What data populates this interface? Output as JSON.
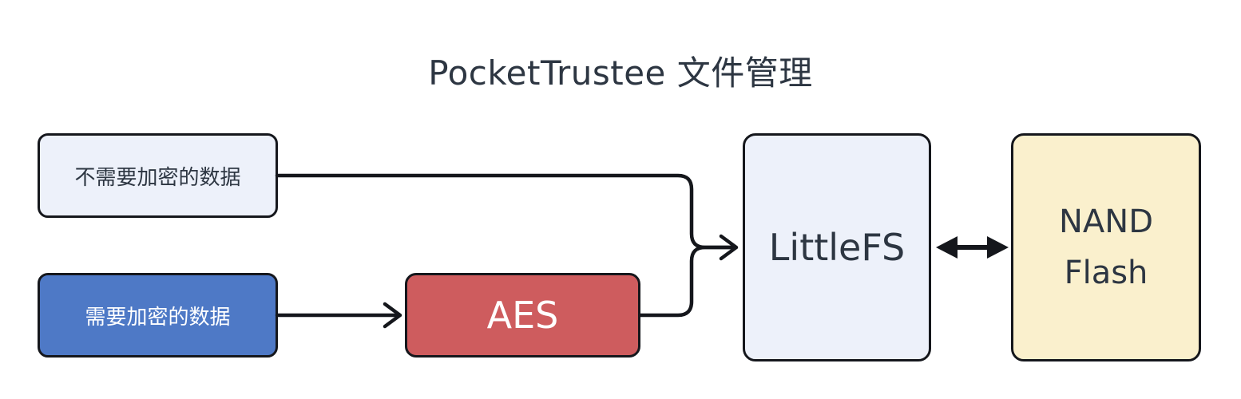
{
  "title": "PocketTrustee 文件管理",
  "nodes": {
    "plain_data": {
      "label": "不需要加密的数据",
      "fill": "#EDF1FA",
      "text_color": "#2D3642"
    },
    "encrypted_data": {
      "label": "需要加密的数据",
      "fill": "#4E79C6",
      "text_color": "#FFFFFF"
    },
    "aes": {
      "label": "AES",
      "fill": "#CE5C5E",
      "text_color": "#FFFFFF"
    },
    "littlefs": {
      "label": "LittleFS",
      "fill": "#EDF1FA",
      "text_color": "#2D3642"
    },
    "nand_flash": {
      "label_line1": "NAND",
      "label_line2": "Flash",
      "fill": "#FAF0CD",
      "text_color": "#2D3642"
    }
  },
  "edges": [
    {
      "from": "plain_data",
      "to": "littlefs",
      "style": "arrow"
    },
    {
      "from": "encrypted_data",
      "to": "aes",
      "style": "arrow"
    },
    {
      "from": "aes",
      "to": "littlefs",
      "style": "arrow"
    },
    {
      "from": "littlefs",
      "to": "nand_flash",
      "style": "double_arrow"
    }
  ],
  "colors": {
    "stroke": "#15171C",
    "background": "#FFFFFF"
  }
}
